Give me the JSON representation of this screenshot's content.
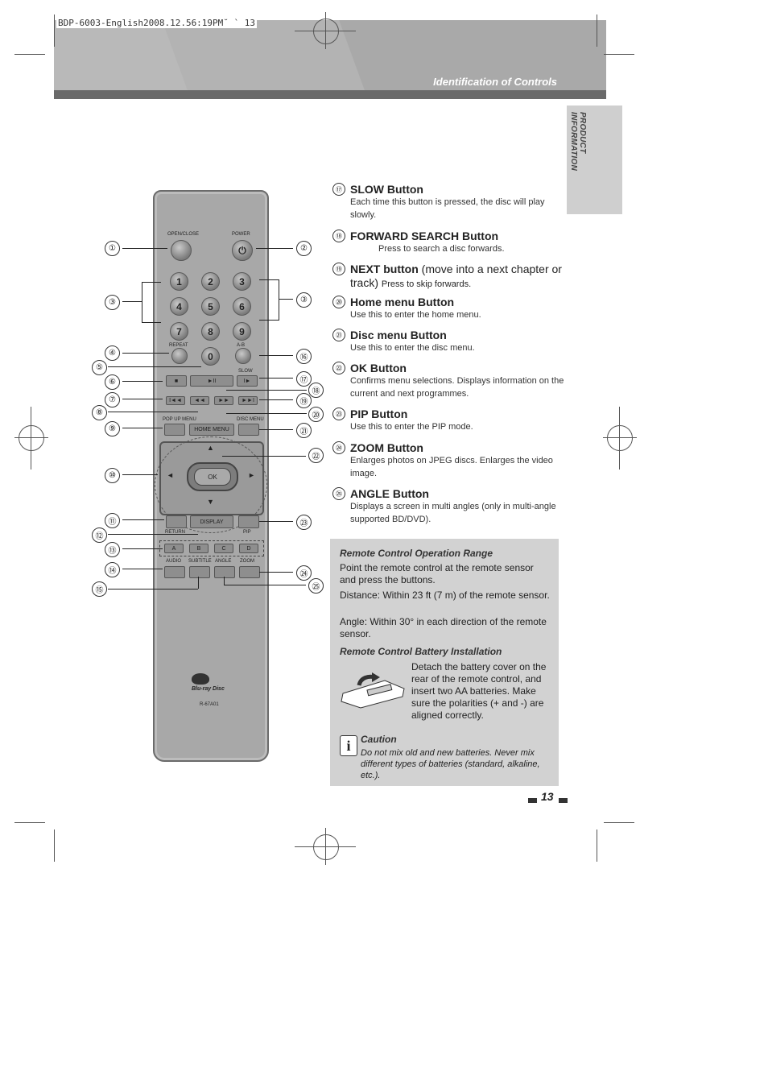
{
  "file_label": "BDP-6003-English2008.12.56:19PM˘ ` 13",
  "header": {
    "title": "Identification of Controls"
  },
  "side_tab": "PRODUCT INFORMATION",
  "remote": {
    "open_close": "OPEN/CLOSE",
    "power": "POWER",
    "power_symbol": "⏻",
    "digits": [
      "1",
      "2",
      "3",
      "4",
      "5",
      "6",
      "7",
      "8",
      "9",
      "0"
    ],
    "repeat": "REPEAT",
    "ab": "A-B",
    "slow": "SLOW",
    "stop_sym": "■",
    "play_sym": "►II",
    "slow_sym": "I►",
    "prev_sym": "I◄◄",
    "rew_sym": "◄◄",
    "ff_sym": "►►",
    "next_sym": "►►I",
    "popup_menu": "POP UP MENU",
    "disc_menu": "DISC MENU",
    "home_menu": "HOME MENU",
    "ok": "OK",
    "display": "DISPLAY",
    "return": "RETURN",
    "pip": "PIP",
    "color_keys": [
      "A",
      "B",
      "C",
      "D"
    ],
    "audio": "AUDIO",
    "subtitle": "SUBTITLE",
    "angle": "ANGLE",
    "zoom": "ZOOM",
    "logo_text": "Blu-ray Disc",
    "model": "R-67A01"
  },
  "callouts": {
    "n1": "①",
    "n2": "②",
    "n3": "③",
    "n4": "④",
    "n5": "⑤",
    "n6": "⑥",
    "n7": "⑦",
    "n8": "⑧",
    "n9": "⑨",
    "n10": "⑩",
    "n11": "⑪",
    "n12": "⑫",
    "n13": "⑬",
    "n14": "⑭",
    "n15": "⑮",
    "n16": "⑯",
    "n17": "⑰",
    "n18": "⑱",
    "n19": "⑲",
    "n20": "⑳",
    "n21": "㉑",
    "n22": "㉒",
    "n23": "㉓",
    "n24": "㉔",
    "n25": "㉕"
  },
  "items": [
    {
      "num": "⑰",
      "title": "SLOW Button",
      "extra": "",
      "desc": "Each time this button is pressed, the disc will play slowly."
    },
    {
      "num": "⑱",
      "title": "FORWARD SEARCH Button",
      "extra": "",
      "desc": "Press to search a disc forwards."
    },
    {
      "num": "⑲",
      "title": "NEXT button",
      "extra": " (move into a next chapter or track)",
      "desc": "Press to skip forwards."
    },
    {
      "num": "⑳",
      "title": "Home menu Button",
      "extra": "",
      "desc": "Use this to enter the home menu."
    },
    {
      "num": "㉑",
      "title": "Disc menu Button",
      "extra": "",
      "desc": "Use this to enter the disc menu."
    },
    {
      "num": "㉒",
      "title": "OK Button",
      "extra": "",
      "desc": "Confirms menu selections. Displays information on the current and next programmes."
    },
    {
      "num": "㉓",
      "title": "PIP Button",
      "extra": "",
      "desc": "Use this to enter the PIP mode."
    },
    {
      "num": "㉔",
      "title": "ZOOM Button",
      "extra": "",
      "desc": "Enlarges photos on JPEG discs. Enlarges the video image."
    },
    {
      "num": "㉕",
      "title": "ANGLE Button",
      "extra": "",
      "desc": "Displays a screen in multi angles (only in multi-angle supported BD/DVD)."
    }
  ],
  "info_box": {
    "range_heading": "Remote Control Operation Range",
    "range_p1": "Point the remote control at the remote sensor and press the buttons.",
    "range_p2": "Distance: Within 23 ft (7 m) of the remote sensor.",
    "range_p3": "Angle: Within 30° in each direction of the remote sensor.",
    "battery_heading": "Remote Control Battery Installation",
    "battery_text": "Detach the battery cover on the rear of the remote control, and insert two AA batteries. Make sure the polarities (+ and -) are aligned correctly.",
    "caution_heading": "Caution",
    "caution_text": "Do not mix old and new batteries. Never mix different types of batteries (standard, alkaline, etc.)."
  },
  "page_number": "13"
}
